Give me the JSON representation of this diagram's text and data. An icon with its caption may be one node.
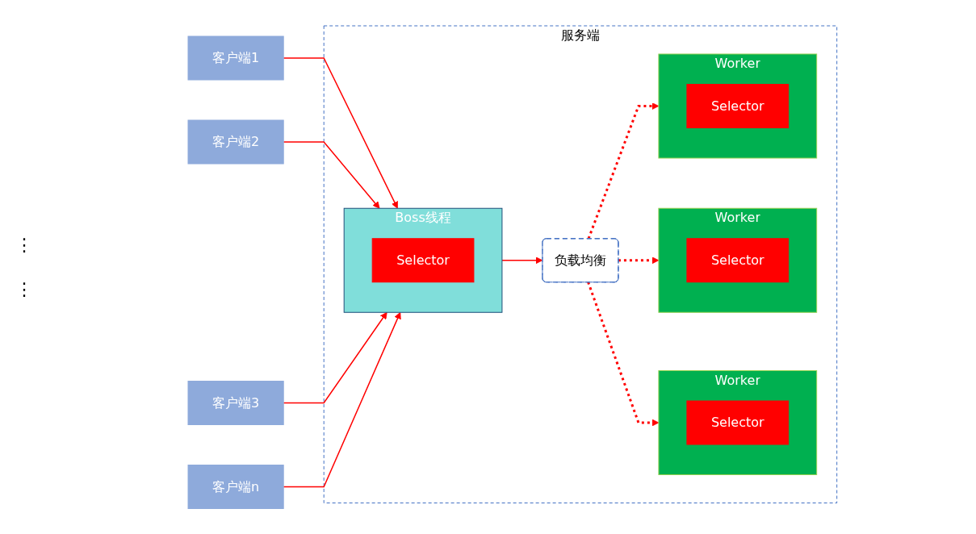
{
  "diagram": {
    "nodes": [
      {
        "text": [
          "服务端"
        ]
      },
      {
        "text": [
          "客户端1"
        ]
      },
      {
        "text": [
          "客户端2"
        ]
      },
      {
        "text": [
          "客户端3"
        ]
      },
      {
        "text": [
          "客户端n"
        ]
      },
      {
        "text": [
          "Boss线程"
        ],
        "in": 0
      },
      {
        "text": [
          "Selector"
        ],
        "in": 5
      },
      {
        "text": [
          "负载均衡"
        ],
        "in": 0
      },
      {
        "text": [
          "Worker"
        ],
        "in": 0
      },
      {
        "text": [
          "Selector"
        ],
        "in": 8
      },
      {
        "text": [
          "Worker"
        ],
        "in": 0
      },
      {
        "text": [
          "Selector"
        ],
        "in": 10
      },
      {
        "text": [
          "Worker"
        ],
        "in": 0
      },
      {
        "text": [
          "Selector"
        ],
        "in": 12
      }
    ],
    "edges": [
      {
        "from": 1,
        "to": 5,
        "arrow": "to"
      },
      {
        "from": 2,
        "to": 5,
        "arrow": "to"
      },
      {
        "from": 3,
        "to": 5,
        "arrow": "to"
      },
      {
        "from": 4,
        "to": 5,
        "arrow": "to"
      },
      {
        "from": 5,
        "to": 7,
        "arrow": "to"
      },
      {
        "from": 7,
        "to": 8,
        "arrow": "to",
        "style": "dashed"
      },
      {
        "from": 7,
        "to": 10,
        "arrow": "to",
        "style": "dashed"
      },
      {
        "from": 7,
        "to": 12,
        "arrow": "to",
        "style": "dashed"
      }
    ],
    "labels": [
      "⋮",
      "⋮"
    ]
  }
}
